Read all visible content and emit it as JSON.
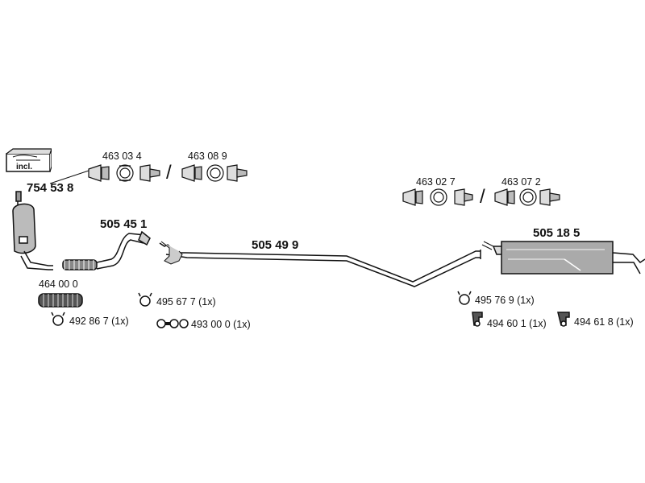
{
  "kit": {
    "label": "incl."
  },
  "parts": {
    "catalyst": "754 53 8",
    "front_pipe": "505 45 1",
    "middle_pipe": "505 49 9",
    "rear_silencer": "505 18 5",
    "flex_pipe": "464 00 0"
  },
  "clamps": {
    "set1_a": "463 03 4",
    "set1_b": "463 08 9",
    "set2_a": "463 02 7",
    "set2_b": "463 07 2",
    "separator": "/"
  },
  "accessories": {
    "a1": "495 67 7 (1x)",
    "a2": "493 00 0 (1x)",
    "a3": "492 86 7 (1x)",
    "a4": "495 76 9 (1x)",
    "a5": "494 60 1 (1x)",
    "a6": "494 61 8 (1x)"
  }
}
